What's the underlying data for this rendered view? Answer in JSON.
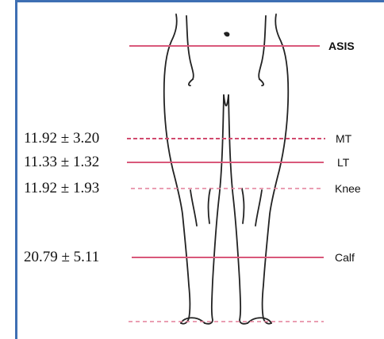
{
  "colors": {
    "border": "#3e6fb3",
    "line": "#d9587a",
    "body_outline": "#222222"
  },
  "levels": {
    "asis": {
      "name": "ASIS",
      "style": "solid"
    },
    "mt": {
      "name": "MT",
      "value": "11.92 ± 3.20",
      "style": "dashed"
    },
    "lt": {
      "name": "LT",
      "value": "11.33 ± 1.32",
      "style": "solid"
    },
    "knee": {
      "name": "Knee",
      "value": "11.92 ± 1.93",
      "style": "dashed-light"
    },
    "calf": {
      "name": "Calf",
      "value": "20.79 ± 5.11",
      "style": "solid"
    },
    "floor": {
      "style": "dashed-light"
    }
  }
}
